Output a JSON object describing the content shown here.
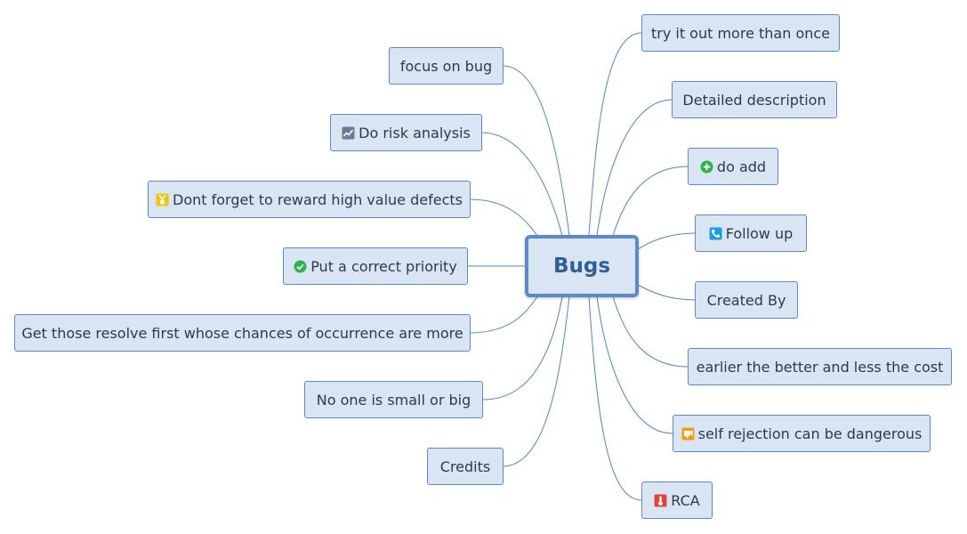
{
  "map": {
    "central_topic": "Bugs",
    "left_topics": [
      {
        "label": "focus on bug",
        "icon": null
      },
      {
        "label": "Do risk analysis",
        "icon": "chart-icon"
      },
      {
        "label": "Dont forget to reward high value defects",
        "icon": "medal-icon"
      },
      {
        "label": "Put a correct priority",
        "icon": "check-circle-icon"
      },
      {
        "label": "Get those resolve first whose chances of occurrence are more",
        "icon": null
      },
      {
        "label": "No one is small or big",
        "icon": null
      },
      {
        "label": "Credits",
        "icon": null
      }
    ],
    "right_topics": [
      {
        "label": "try it out more than once",
        "icon": null
      },
      {
        "label": "Detailed description",
        "icon": null
      },
      {
        "label": "do add",
        "icon": "plus-circle-icon"
      },
      {
        "label": "Follow up",
        "icon": "phone-icon"
      },
      {
        "label": "Created By",
        "icon": null
      },
      {
        "label": "earlier the better and less the cost",
        "icon": null
      },
      {
        "label": "self rejection can be dangerous",
        "icon": "thumbs-down-icon"
      },
      {
        "label": "RCA",
        "icon": "thermometer-icon"
      }
    ]
  },
  "colors": {
    "node_fill": "#dae5f3",
    "node_border": "#5b8ac4",
    "connector": "#4f86c2",
    "central_text": "#2f5e99",
    "text": "#2a3a4e",
    "check_green": "#2db24a",
    "phone_blue": "#1a9ee0",
    "thumbs_orange": "#f39c12",
    "thermo_red": "#e0443c",
    "medal_gold": "#f1c40f",
    "chart_slate": "#6b7a99"
  }
}
